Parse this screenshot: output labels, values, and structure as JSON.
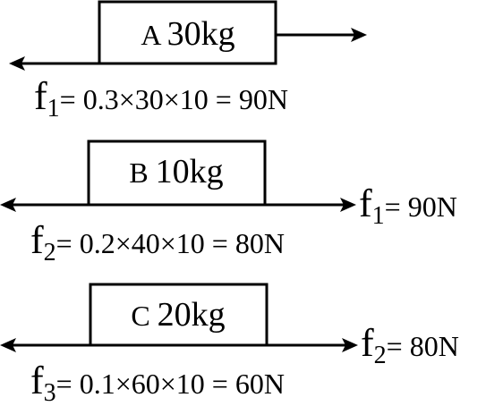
{
  "blocks": [
    {
      "name": "A",
      "box_label_prefix": "A ",
      "box_label_mass": "30kg",
      "right_force": {
        "symbol": "",
        "subscript": "",
        "value": ""
      },
      "friction": {
        "symbol": "f",
        "subscript": "1",
        "expression": "= 0.3×30×10 = 90N"
      }
    },
    {
      "name": "B",
      "box_label_prefix": "B ",
      "box_label_mass": "10kg",
      "right_force": {
        "symbol": "f",
        "subscript": "1",
        "value": "= 90N"
      },
      "friction": {
        "symbol": "f",
        "subscript": "2",
        "expression": "= 0.2×40×10 = 80N"
      }
    },
    {
      "name": "C",
      "box_label_prefix": "C ",
      "box_label_mass": "20kg",
      "right_force": {
        "symbol": "f",
        "subscript": "2",
        "value": "= 80N"
      },
      "friction": {
        "symbol": "f",
        "subscript": "3",
        "expression": "= 0.1×60×10 = 60N"
      }
    }
  ],
  "colors": {
    "ink": "#000000",
    "background": "#ffffff"
  }
}
